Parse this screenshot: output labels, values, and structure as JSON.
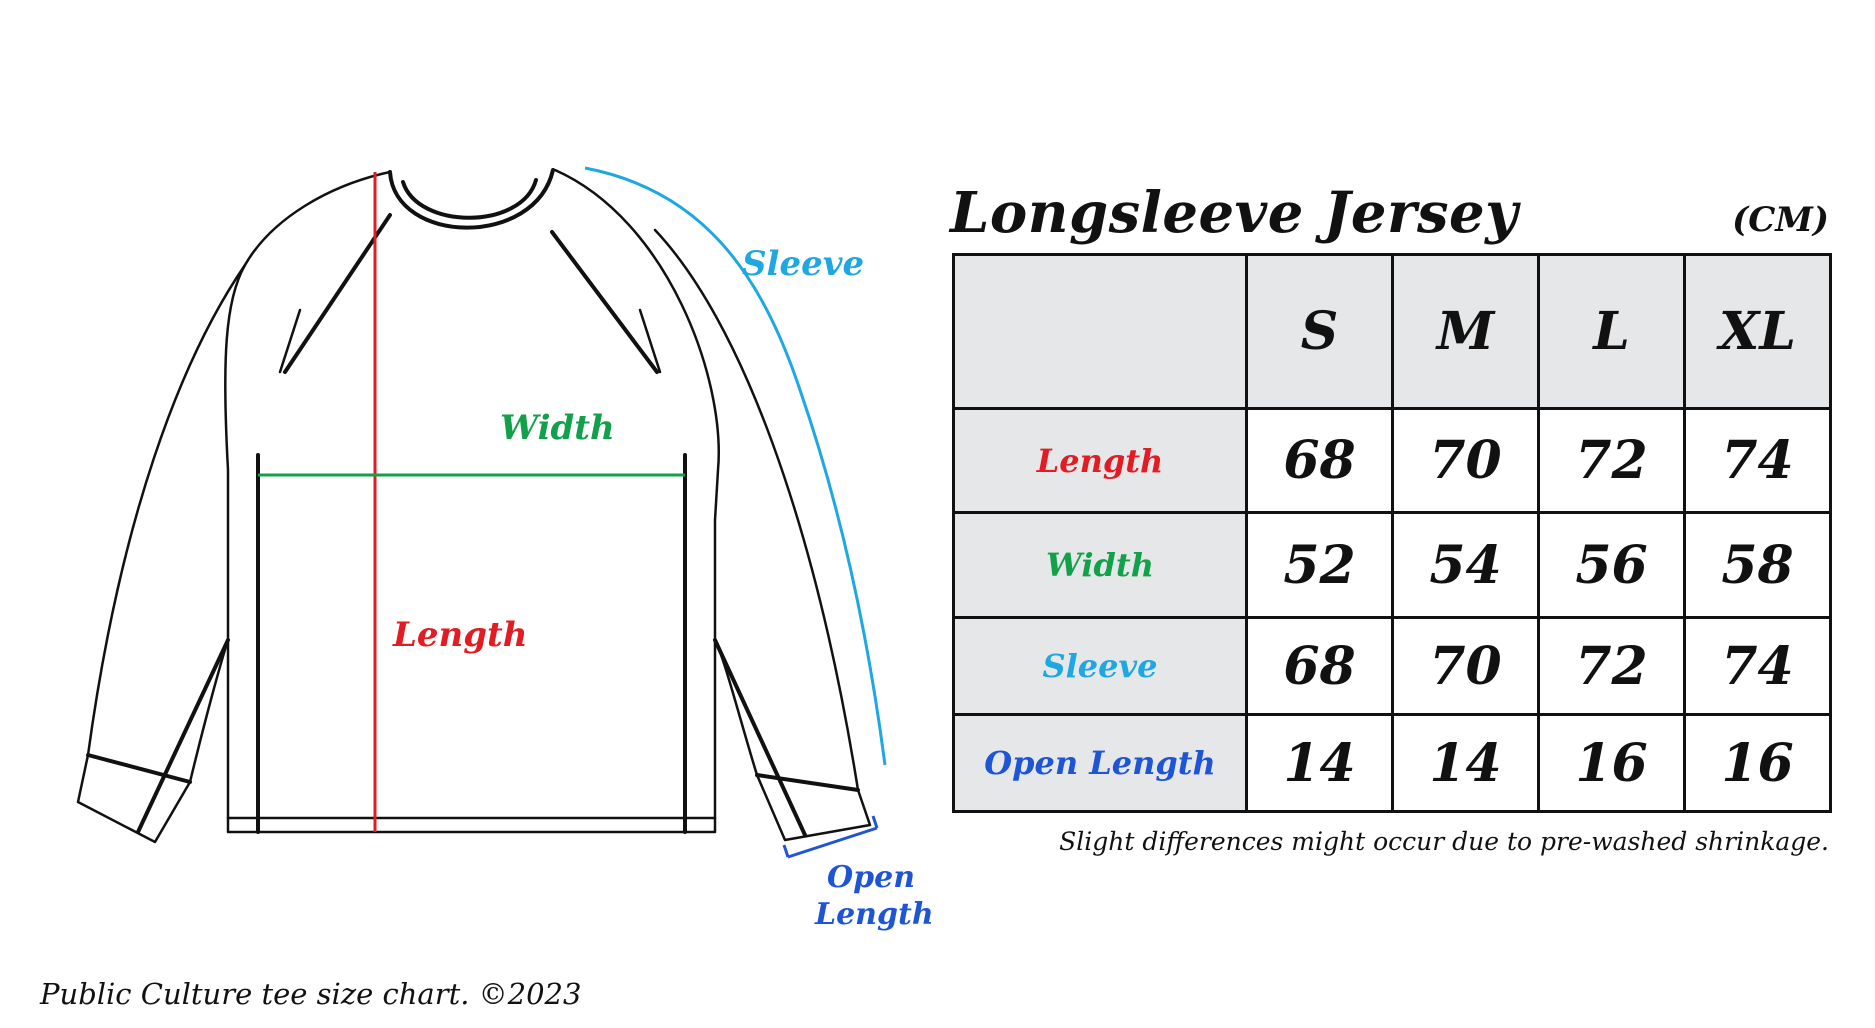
{
  "diagram": {
    "labels": {
      "sleeve": "Sleeve",
      "width": "Width",
      "length": "Length",
      "open_length_line1": "Open",
      "open_length_line2": "Length"
    },
    "colors": {
      "length": "#e31b23",
      "width": "#12a04a",
      "sleeve": "#1ea7e1",
      "open_length": "#1e55d6",
      "outline": "#111111"
    }
  },
  "table": {
    "title": "Longsleeve Jersey",
    "unit": "(CM)",
    "sizes": [
      "S",
      "M",
      "L",
      "XL"
    ],
    "rows": [
      {
        "label": "Length",
        "values": [
          "68",
          "70",
          "72",
          "74"
        ]
      },
      {
        "label": "Width",
        "values": [
          "52",
          "54",
          "56",
          "58"
        ]
      },
      {
        "label": "Sleeve",
        "values": [
          "68",
          "70",
          "72",
          "74"
        ]
      },
      {
        "label": "Open Length",
        "values": [
          "14",
          "14",
          "16",
          "16"
        ]
      }
    ],
    "note": "Slight differences might occur due to pre-washed shrinkage."
  },
  "caption": "Public Culture tee size chart. ©2023"
}
